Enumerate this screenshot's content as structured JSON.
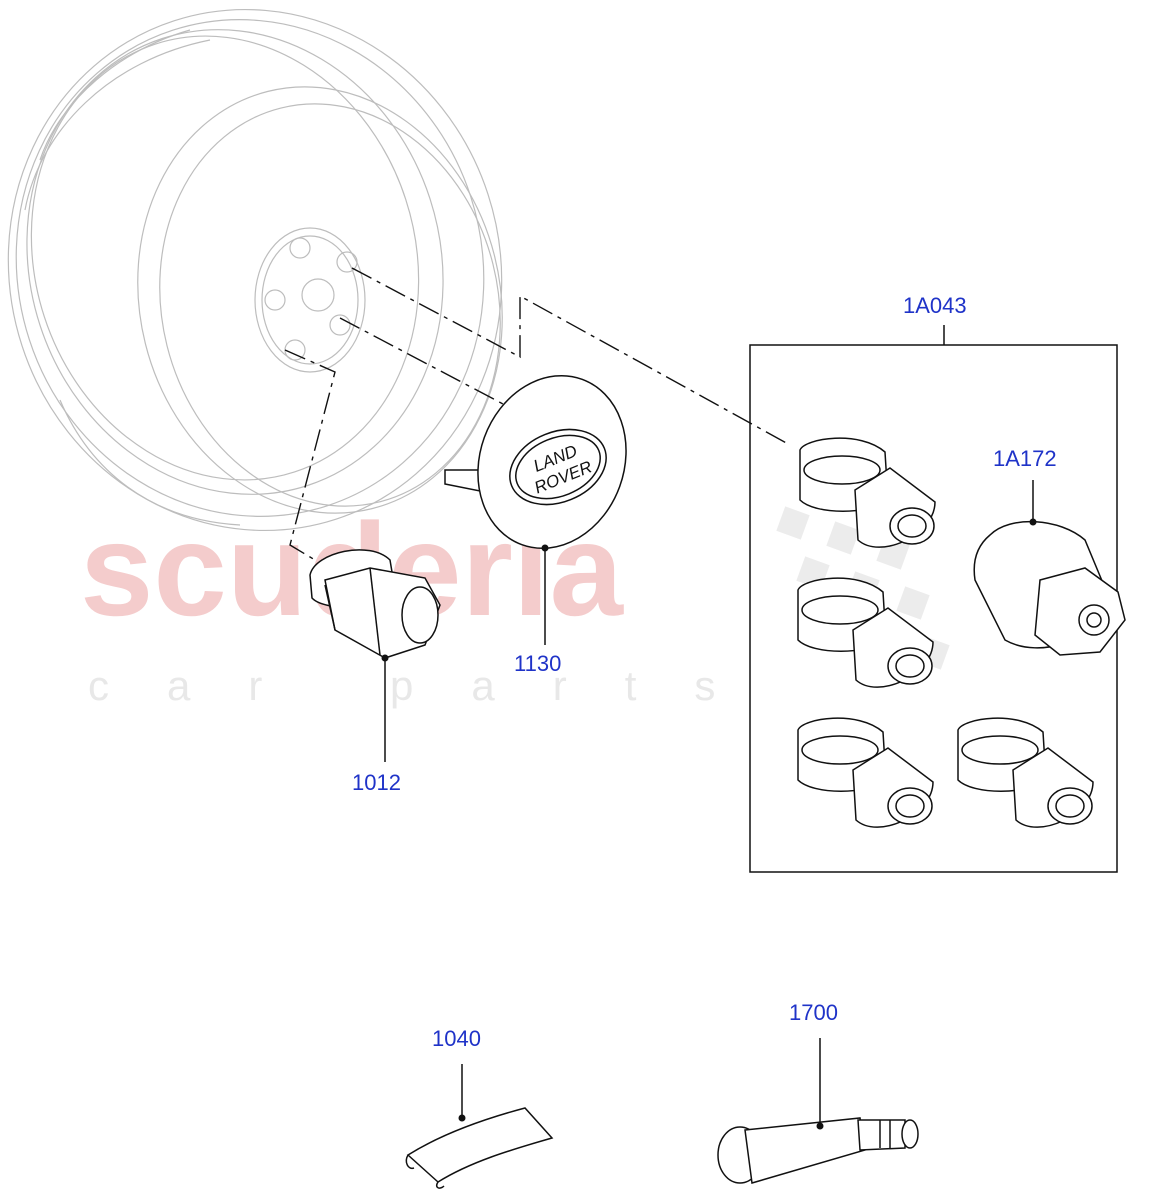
{
  "watermark": {
    "brand": "scuderia",
    "tagline": "car parts"
  },
  "badge": {
    "line1": "LAND",
    "line2": "ROVER"
  },
  "callouts": {
    "kit": "1A043",
    "key": "1A172",
    "nut": "1012",
    "cap": "1130",
    "weight": "1040",
    "valve": "1700"
  },
  "colors": {
    "callout": "#1f33c8",
    "watermark": "#f4cccc",
    "wheel_outline": "#bdbdbd"
  }
}
